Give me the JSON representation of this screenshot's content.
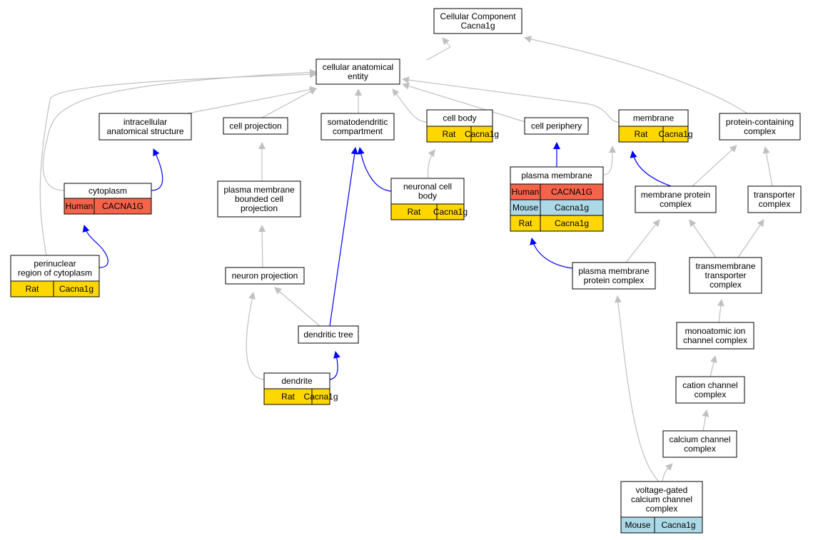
{
  "colors": {
    "human": "#f5634a",
    "mouse": "#add8e6",
    "rat": "#ffd700",
    "edge_isa": "#c0c0c0",
    "edge_partof": "#0000ff"
  },
  "nodes": {
    "root": {
      "lines": [
        "Cellular Component",
        "Cacna1g"
      ]
    },
    "cae": {
      "lines": [
        "cellular anatomical",
        "entity"
      ]
    },
    "ias": {
      "lines": [
        "intracellular",
        "anatomical structure"
      ]
    },
    "cproj": {
      "lines": [
        "cell projection"
      ]
    },
    "sdc": {
      "lines": [
        "somatodendritic",
        "compartment"
      ]
    },
    "cbody": {
      "lines": [
        "cell body"
      ],
      "annotations": [
        {
          "species": "Rat",
          "gene": "Cacna1g",
          "color": "rat"
        }
      ]
    },
    "cper": {
      "lines": [
        "cell periphery"
      ]
    },
    "memb": {
      "lines": [
        "membrane"
      ],
      "annotations": [
        {
          "species": "Rat",
          "gene": "Cacna1g",
          "color": "rat"
        }
      ]
    },
    "pcc": {
      "lines": [
        "protein-containing",
        "complex"
      ]
    },
    "cyto": {
      "lines": [
        "cytoplasm"
      ],
      "annotations": [
        {
          "species": "Human",
          "gene": "CACNA1G",
          "color": "human"
        }
      ]
    },
    "pmbcp": {
      "lines": [
        "plasma membrane",
        "bounded cell",
        "projection"
      ]
    },
    "ncb": {
      "lines": [
        "neuronal cell",
        "body"
      ],
      "annotations": [
        {
          "species": "Rat",
          "gene": "Cacna1g",
          "color": "rat"
        }
      ]
    },
    "pm": {
      "lines": [
        "plasma membrane"
      ],
      "annotations": [
        {
          "species": "Human",
          "gene": "CACNA1G",
          "color": "human"
        },
        {
          "species": "Mouse",
          "gene": "Cacna1g",
          "color": "mouse"
        },
        {
          "species": "Rat",
          "gene": "Cacna1g",
          "color": "rat"
        }
      ]
    },
    "mpc": {
      "lines": [
        "membrane protein",
        "complex"
      ]
    },
    "tc": {
      "lines": [
        "transporter",
        "complex"
      ]
    },
    "prc": {
      "lines": [
        "perinuclear",
        "region of cytoplasm"
      ],
      "annotations": [
        {
          "species": "Rat",
          "gene": "Cacna1g",
          "color": "rat"
        }
      ]
    },
    "np": {
      "lines": [
        "neuron projection"
      ]
    },
    "pmpc": {
      "lines": [
        "plasma membrane",
        "protein complex"
      ]
    },
    "ttc": {
      "lines": [
        "transmembrane",
        "transporter",
        "complex"
      ]
    },
    "dtree": {
      "lines": [
        "dendritic tree"
      ]
    },
    "micc": {
      "lines": [
        "monoatomic ion",
        "channel complex"
      ]
    },
    "dend": {
      "lines": [
        "dendrite"
      ],
      "annotations": [
        {
          "species": "Rat",
          "gene": "Cacna1g",
          "color": "rat"
        }
      ]
    },
    "ccc": {
      "lines": [
        "cation channel",
        "complex"
      ]
    },
    "cacc": {
      "lines": [
        "calcium channel",
        "complex"
      ]
    },
    "vgcc": {
      "lines": [
        "voltage-gated",
        "calcium channel",
        "complex"
      ],
      "annotations": [
        {
          "species": "Mouse",
          "gene": "Cacna1g",
          "color": "mouse"
        }
      ]
    }
  },
  "edges": [
    {
      "from": "cae",
      "to": "root",
      "type": "isa"
    },
    {
      "from": "pcc",
      "to": "root",
      "type": "isa"
    },
    {
      "from": "ias",
      "to": "cae",
      "type": "isa"
    },
    {
      "from": "cproj",
      "to": "cae",
      "type": "isa"
    },
    {
      "from": "sdc",
      "to": "cae",
      "type": "isa"
    },
    {
      "from": "cbody",
      "to": "cae",
      "type": "isa"
    },
    {
      "from": "cper",
      "to": "cae",
      "type": "isa"
    },
    {
      "from": "memb",
      "to": "cae",
      "type": "isa"
    },
    {
      "from": "cyto",
      "to": "cae",
      "type": "isa"
    },
    {
      "from": "prc",
      "to": "cae",
      "type": "isa"
    },
    {
      "from": "cyto",
      "to": "ias",
      "type": "partof"
    },
    {
      "from": "prc",
      "to": "cyto",
      "type": "partof"
    },
    {
      "from": "pmbcp",
      "to": "cproj",
      "type": "isa"
    },
    {
      "from": "np",
      "to": "pmbcp",
      "type": "isa"
    },
    {
      "from": "dtree",
      "to": "np",
      "type": "isa"
    },
    {
      "from": "dend",
      "to": "np",
      "type": "isa"
    },
    {
      "from": "dend",
      "to": "dtree",
      "type": "partof"
    },
    {
      "from": "dtree",
      "to": "sdc",
      "type": "partof"
    },
    {
      "from": "ncb",
      "to": "sdc",
      "type": "partof"
    },
    {
      "from": "ncb",
      "to": "cbody",
      "type": "isa"
    },
    {
      "from": "pm",
      "to": "cper",
      "type": "partof"
    },
    {
      "from": "pm",
      "to": "memb",
      "type": "isa"
    },
    {
      "from": "mpc",
      "to": "memb",
      "type": "partof"
    },
    {
      "from": "mpc",
      "to": "pcc",
      "type": "isa"
    },
    {
      "from": "tc",
      "to": "pcc",
      "type": "isa"
    },
    {
      "from": "pmpc",
      "to": "mpc",
      "type": "isa"
    },
    {
      "from": "pmpc",
      "to": "pm",
      "type": "partof"
    },
    {
      "from": "ttc",
      "to": "mpc",
      "type": "isa"
    },
    {
      "from": "ttc",
      "to": "tc",
      "type": "isa"
    },
    {
      "from": "micc",
      "to": "ttc",
      "type": "isa"
    },
    {
      "from": "ccc",
      "to": "micc",
      "type": "isa"
    },
    {
      "from": "cacc",
      "to": "ccc",
      "type": "isa"
    },
    {
      "from": "vgcc",
      "to": "cacc",
      "type": "isa"
    },
    {
      "from": "vgcc",
      "to": "pmpc",
      "type": "isa"
    }
  ]
}
